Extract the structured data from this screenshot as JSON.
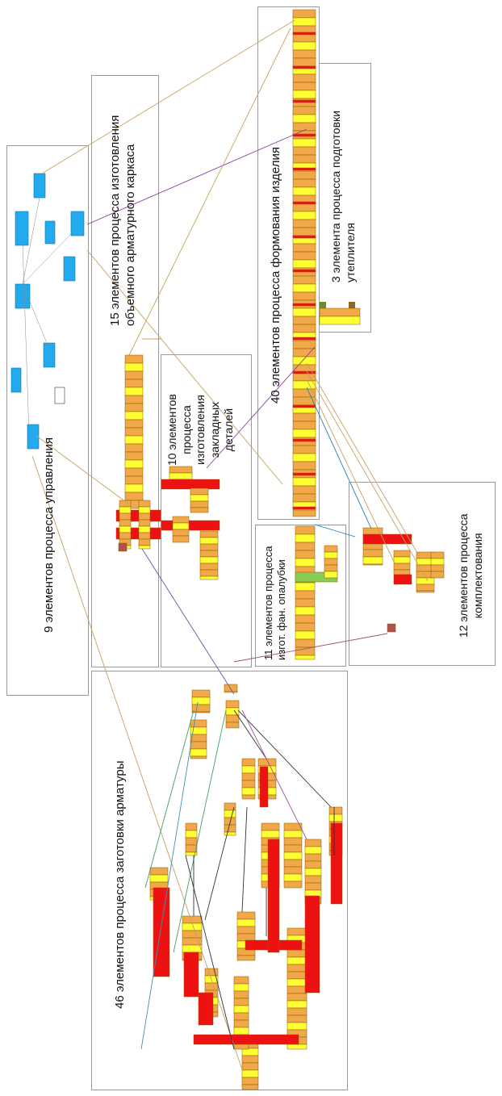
{
  "panels": {
    "control": "9 элементов процесса управления",
    "cage_line1": "15 элементов процесса изготовления",
    "cage_line2": "объемного арматурного каркаса",
    "embedded_line1": "10 элементов",
    "embedded_line2": "процесса",
    "embedded_line3": "изготовления",
    "embedded_line4": "закладных",
    "embedded_line5": "деталей",
    "forming": "40 элементов процесса формования изделия",
    "insulation_line1": "3 элемента процесса подготовки",
    "insulation_line2": "утеплителя",
    "formwork_line1": "11 элементов процесса",
    "formwork_line2": "изгот. фан. опалубки",
    "assembly_line1": "12 элементов процесса",
    "assembly_line2": "комплектования",
    "rebar": "46 элементов процесса заготовки арматуры"
  },
  "colors": {
    "orange": "#f0a848",
    "yellow": "#ffff33",
    "red": "#ee1111",
    "green": "#88cc55",
    "blue": "#22aaee",
    "panel_border": "#9a9a9a"
  }
}
